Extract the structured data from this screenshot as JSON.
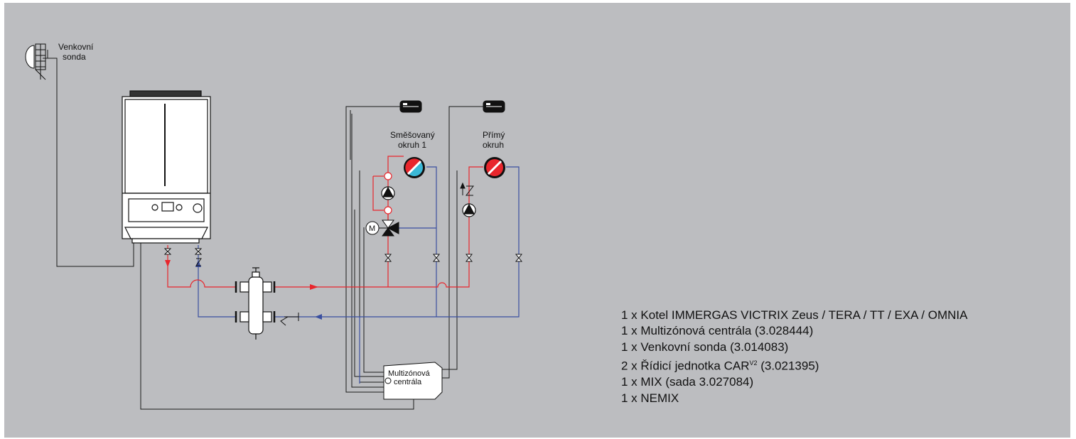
{
  "labels": {
    "outdoor_probe": [
      "Venkovní",
      "sonda"
    ],
    "mixed_circuit": [
      "Směšovaný",
      "okruh 1"
    ],
    "direct_circuit": [
      "Přímý",
      "okruh"
    ],
    "multizone_unit": [
      "Multizónová",
      "centrála"
    ],
    "motor": "M"
  },
  "parts": [
    {
      "text": "1 x Kotel IMMERGAS VICTRIX Zeus / TERA / TT / EXA / OMNIA"
    },
    {
      "text": "1 x Multizónová centrála (3.028444)"
    },
    {
      "text": "1 x Venkovní sonda (3.014083)"
    },
    {
      "text": "2 x Řídicí jednotka CAR",
      "sup": "V2",
      "after": " (3.021395)"
    },
    {
      "text": "1 x MIX (sada 3.027084)"
    },
    {
      "text": "1 x NEMIX"
    }
  ],
  "colors": {
    "background": "#bcbdc0",
    "flow": "#e8262c",
    "return": "#3a4fa0",
    "wiring": "#1a1a1a",
    "mixed_thermostat": "#3ab8d6"
  }
}
